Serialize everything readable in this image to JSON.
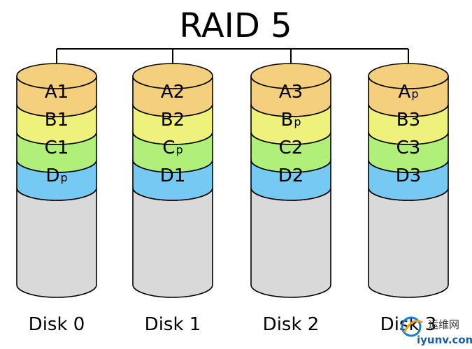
{
  "title": "RAID 5",
  "colors": {
    "A": "#f4cf7d",
    "B": "#eef27b",
    "C": "#b0f07a",
    "D": "#76c9f2",
    "body": "#d9d9d9",
    "stroke": "#000000"
  },
  "disks": [
    {
      "label": "Disk 0",
      "blocks": [
        {
          "row": "A",
          "main": "A",
          "sub": "1",
          "parity": false
        },
        {
          "row": "B",
          "main": "B",
          "sub": "1",
          "parity": false
        },
        {
          "row": "C",
          "main": "C",
          "sub": "1",
          "parity": false
        },
        {
          "row": "D",
          "main": "D",
          "sub": "p",
          "parity": true
        }
      ]
    },
    {
      "label": "Disk 1",
      "blocks": [
        {
          "row": "A",
          "main": "A",
          "sub": "2",
          "parity": false
        },
        {
          "row": "B",
          "main": "B",
          "sub": "2",
          "parity": false
        },
        {
          "row": "C",
          "main": "C",
          "sub": "p",
          "parity": true
        },
        {
          "row": "D",
          "main": "D",
          "sub": "1",
          "parity": false
        }
      ]
    },
    {
      "label": "Disk 2",
      "blocks": [
        {
          "row": "A",
          "main": "A",
          "sub": "3",
          "parity": false
        },
        {
          "row": "B",
          "main": "B",
          "sub": "p",
          "parity": true
        },
        {
          "row": "C",
          "main": "C",
          "sub": "2",
          "parity": false
        },
        {
          "row": "D",
          "main": "D",
          "sub": "2",
          "parity": false
        }
      ]
    },
    {
      "label": "Disk 3",
      "blocks": [
        {
          "row": "A",
          "main": "A",
          "sub": "p",
          "parity": true
        },
        {
          "row": "B",
          "main": "B",
          "sub": "3",
          "parity": false
        },
        {
          "row": "C",
          "main": "C",
          "sub": "3",
          "parity": false
        },
        {
          "row": "D",
          "main": "D",
          "sub": "3",
          "parity": false
        }
      ]
    }
  ],
  "watermark": {
    "site_name": "运维网",
    "url": "iyunv.com"
  }
}
